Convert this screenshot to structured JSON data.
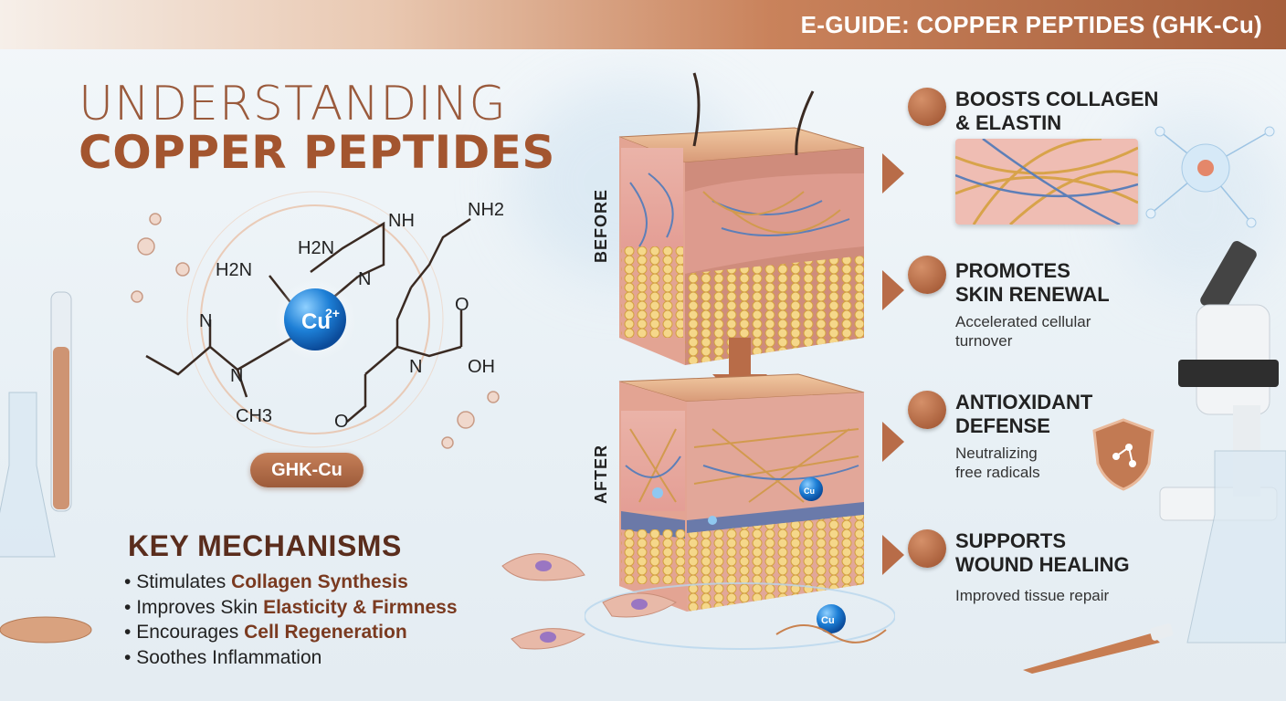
{
  "banner": {
    "title": "E-GUIDE: COPPER PEPTIDES (GHK-Cu)"
  },
  "headline": {
    "line1": "UNDERSTANDING",
    "line2": "COPPER PEPTIDES"
  },
  "molecule": {
    "center": "Cu",
    "charge": "2+",
    "groups": [
      "H2N",
      "H2N",
      "NH",
      "NH2",
      "N",
      "N",
      "O",
      "OH",
      "O",
      "N",
      "CH3",
      "N"
    ],
    "label": "GHK-Cu"
  },
  "key_mechanisms": {
    "title": "KEY MECHANISMS",
    "items": [
      {
        "prefix": "Stimulates ",
        "bold": "Collagen Synthesis"
      },
      {
        "prefix": "Improves Skin ",
        "bold": "Elasticity & Firmness"
      },
      {
        "prefix": "Encourages ",
        "bold": "Cell Regeneration"
      },
      {
        "prefix": "Soothes Inflammation",
        "bold": ""
      }
    ]
  },
  "diagram": {
    "before_label": "BEFORE",
    "after_label": "AFTER",
    "cu_small": "Cu",
    "cu_small2": "Cu"
  },
  "benefits": [
    {
      "title1": "BOOSTS COLLAGEN",
      "title2": "& ELASTIN",
      "sub1": "",
      "sub2": "",
      "icon": "collagen-icon"
    },
    {
      "title1": "PROMOTES",
      "title2": "SKIN RENEWAL",
      "sub1": "Accelerated cellular",
      "sub2": "turnover",
      "icon": "renewal-icon"
    },
    {
      "title1": "ANTIOXIDANT",
      "title2": "DEFENSE",
      "sub1": "Neutralizing",
      "sub2": "free radicals",
      "icon": "shield-icon"
    },
    {
      "title1": "SUPPORTS",
      "title2": "WOUND HEALING",
      "sub1": "Improved tissue repair",
      "sub2": "",
      "icon": "healing-icon"
    }
  ],
  "colors": {
    "copper": "#a3552f",
    "copper_light": "#d59069",
    "cu_blue": "#1d7fd6",
    "skin": "#e9a893",
    "fat": "#e8bf57"
  }
}
